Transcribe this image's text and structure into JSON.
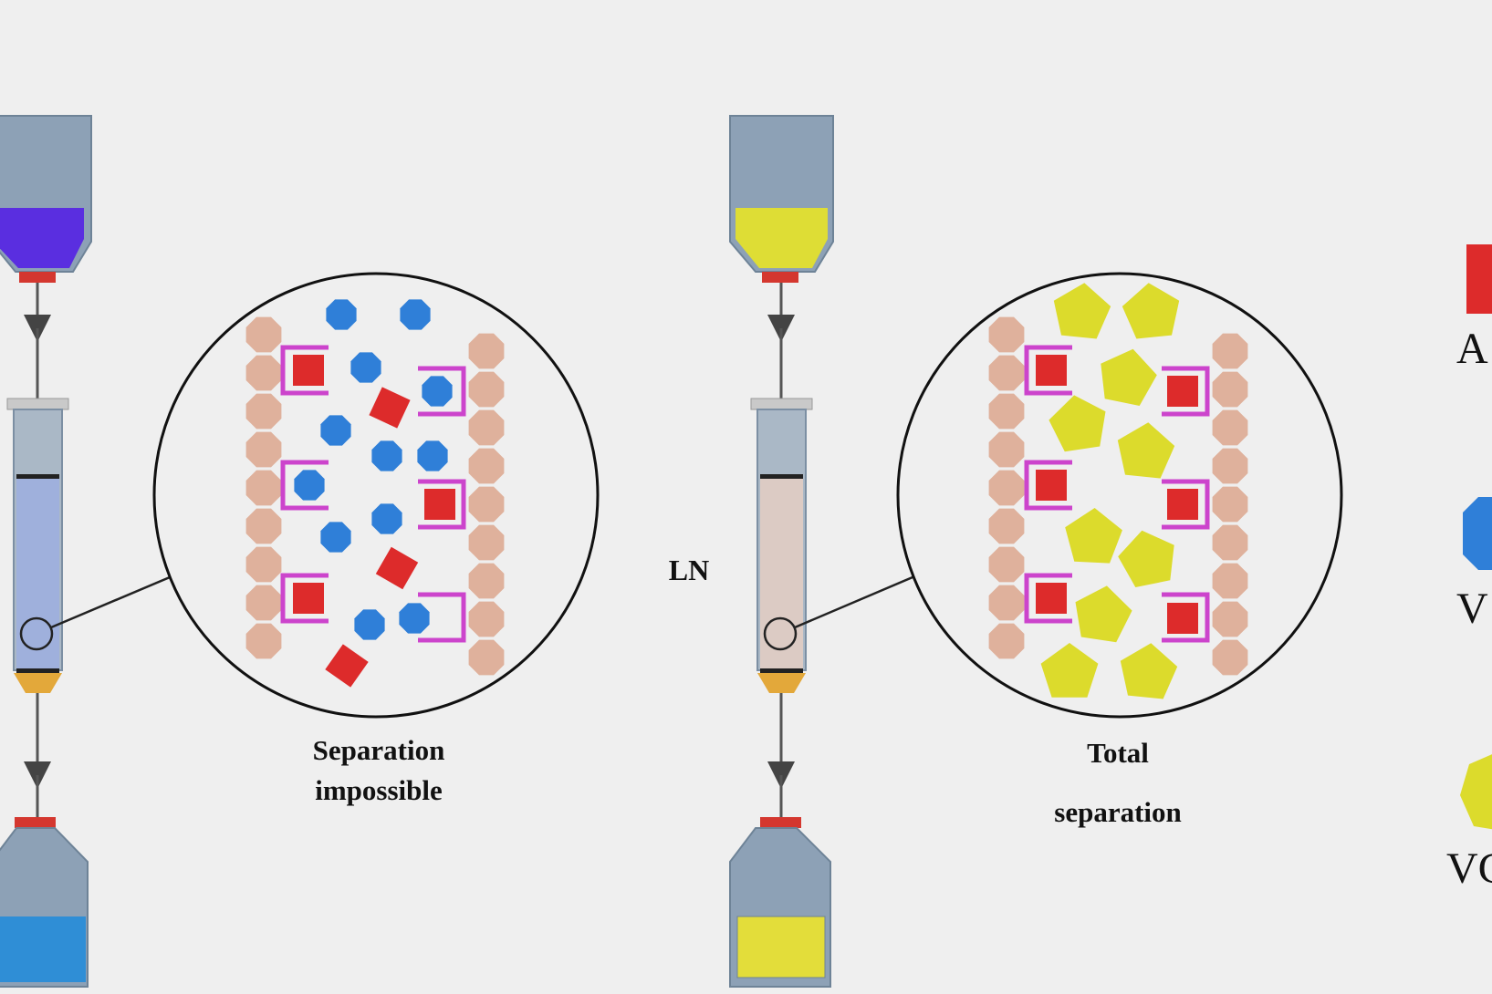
{
  "colors": {
    "background": "#efefef",
    "bottle": "#8da1b6",
    "bottle_edge": "#6e8397",
    "cap": "#d4372f",
    "column_glass": "#aab8c6",
    "column_cap": "#c9c9c9",
    "frit": "#e3a83a",
    "sorbent_bead": "#dfb19c",
    "analyte_square": "#dd2b2b",
    "interferent_octagon": "#2f7fd8",
    "interferent_pentagon": "#dcdb2c",
    "receptor": "#cc44cc",
    "left_sample": "#5a2ee0",
    "left_eluate": "#2f8ed6",
    "left_packing": "#9fb0dc",
    "right_sample": "#dedd35",
    "right_eluate": "#e3dd3a",
    "right_packing": "#dccbc4"
  },
  "left_panel": {
    "caption_line1": "Separation",
    "caption_line2": "impossible"
  },
  "right_panel": {
    "column_label": "LN",
    "caption_line1": "Total",
    "caption_line2": "separation"
  },
  "legend": [
    {
      "icon": "red-square",
      "label": "A"
    },
    {
      "icon": "blue-octagon",
      "label": "V"
    },
    {
      "icon": "yellow-pentagon",
      "label": "VC"
    }
  ]
}
